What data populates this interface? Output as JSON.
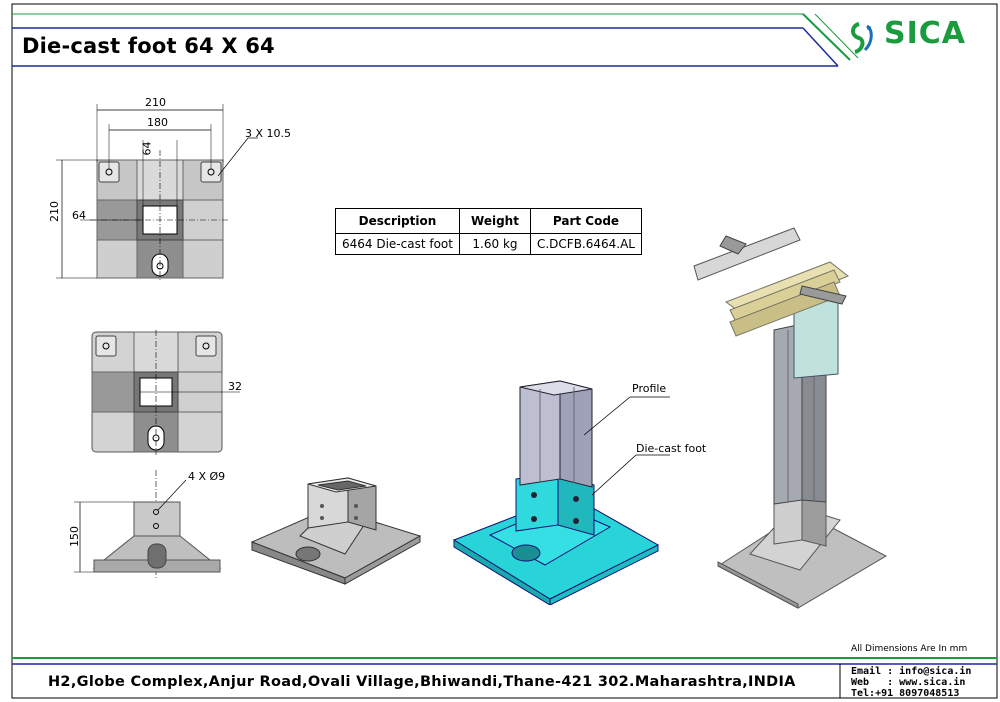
{
  "title": "Die-cast foot 64 X 64",
  "brand": "SICA",
  "colors": {
    "brand_green": "#1a9b3e",
    "brand_blue": "#1b6fb8",
    "accent_cyan": "#29d4d8",
    "line_blue": "#1d2b9c"
  },
  "table": {
    "headers": [
      "Description",
      "Weight",
      "Part Code"
    ],
    "row": [
      "6464 Die-cast foot",
      "1.60 kg",
      "C.DCFB.6464.AL"
    ]
  },
  "drawing": {
    "top_view": {
      "dim_overall_w": "210",
      "dim_hole_w": "180",
      "dim_square": "64",
      "dim_overall_h": "210",
      "dim_square_side": "64",
      "hole_note": "3 X 10.5"
    },
    "mid_view": {
      "dim_inner": "32"
    },
    "side_view": {
      "hole_note": "4 X Ø9",
      "height": "150"
    },
    "callouts": {
      "profile": "Profile",
      "foot": "Die-cast foot"
    }
  },
  "footer": {
    "dimensions_note": "All Dimensions Are In mm",
    "address": "H2,Globe Complex,Anjur Road,Ovali Village,Bhiwandi,Thane-421 302.Maharashtra,INDIA",
    "email": "Email : info@sica.in",
    "web": "Web   : www.sica.in",
    "tel": "Tel:+91 8097048513"
  }
}
